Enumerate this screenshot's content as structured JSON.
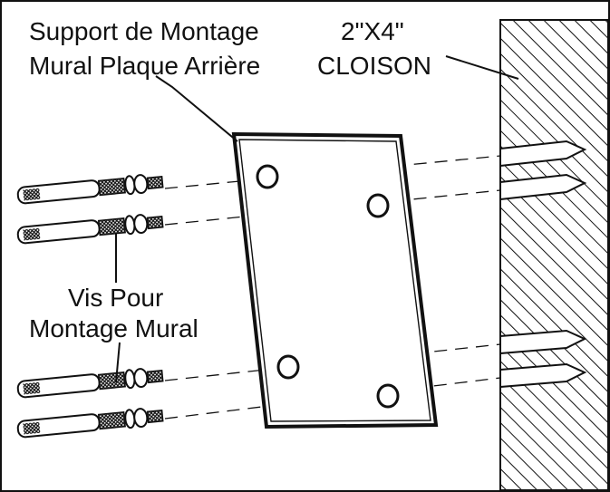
{
  "labels": {
    "bracket_line1": "Support de Montage",
    "bracket_line2": "Mural Plaque Arrière",
    "stud_line1": "2\"X4\"",
    "stud_line2": "CLOISON",
    "screws_line1": "Vis Pour",
    "screws_line2": "Montage Mural"
  },
  "colors": {
    "line": "#111111",
    "background": "#ffffff"
  }
}
